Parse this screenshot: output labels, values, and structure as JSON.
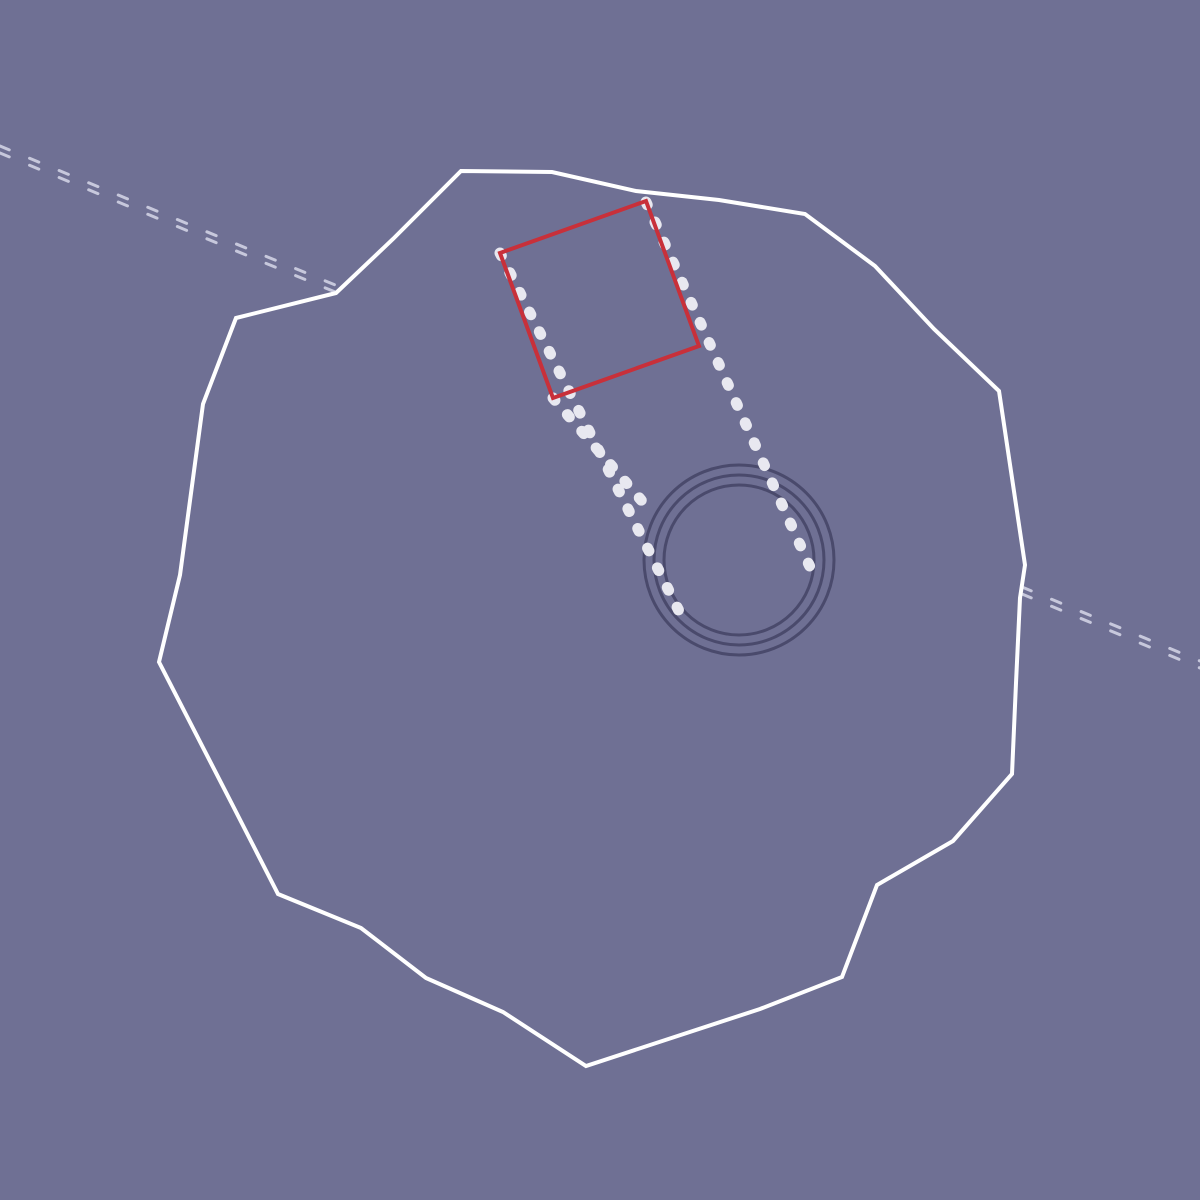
{
  "scene": {
    "type": "top-down-level-view",
    "background_color": "#6f7094",
    "elements": {
      "boundary_line": {
        "color": "#c7c8dc",
        "style": "dashed-double"
      },
      "arena_outline": {
        "color": "#ffffff",
        "shape": "irregular-polygon"
      },
      "selection_square": {
        "color": "#c8303a",
        "shape": "square"
      },
      "trajectory_lines": {
        "color": "#e8e8f0",
        "style": "dotted",
        "count": 3
      },
      "target_rings": {
        "color": "#4a4a6c",
        "ring_count": 3
      }
    }
  }
}
